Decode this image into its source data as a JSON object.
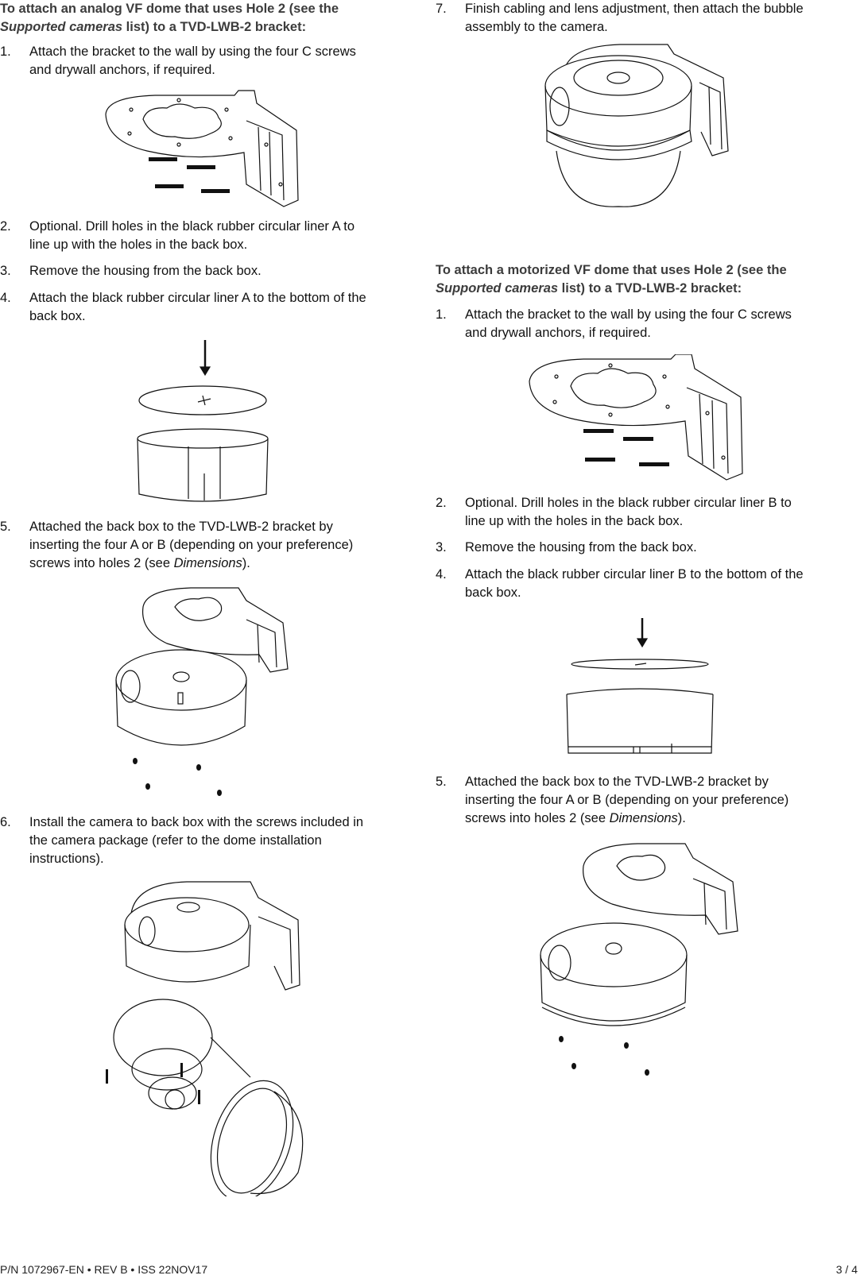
{
  "left": {
    "heading": {
      "pre": "To attach an analog VF dome that uses Hole 2 (see the",
      "italic": "Supported cameras",
      "post": "list) to a TVD-LWB-2 bracket:"
    },
    "steps": [
      {
        "num": "1.",
        "l1": "Attach the bracket to the wall by using the four C screws",
        "l2": "and drywall anchors, if required."
      },
      {
        "num": "2.",
        "l1": "Optional. Drill holes in the black rubber circular liner A to",
        "l2": "line up with the holes in the back box."
      },
      {
        "num": "3.",
        "l1": "Remove the housing from the back box."
      },
      {
        "num": "4.",
        "l1": "Attach the black rubber circular liner A to the bottom of the",
        "l2": "back box."
      },
      {
        "num": "5.",
        "l1": "Attached the back box to the TVD-LWB-2 bracket by",
        "l2": "inserting the four A or B (depending on your preference)",
        "l3pre": "screws into holes 2 (see ",
        "l3it": "Dimensions",
        "l3post": ")."
      },
      {
        "num": "6.",
        "l1": "Install the camera to back box with the screws included in",
        "l2": "the camera package (refer to the dome installation",
        "l3": "instructions)."
      }
    ]
  },
  "right": {
    "step7": {
      "num": "7.",
      "l1": "Finish cabling and lens adjustment, then attach the bubble",
      "l2": "assembly to the camera."
    },
    "heading": {
      "pre": "To attach a motorized VF dome that uses Hole 2 (see the",
      "italic": "Supported cameras",
      "post": "list) to a TVD-LWB-2 bracket:"
    },
    "steps": [
      {
        "num": "1.",
        "l1": "Attach the bracket to the wall by using the four C screws",
        "l2": "and drywall anchors, if required."
      },
      {
        "num": "2.",
        "l1": "Optional. Drill holes in the black rubber circular liner B to",
        "l2": "line up with the holes in the back box."
      },
      {
        "num": "3.",
        "l1": "Remove the housing from the back box."
      },
      {
        "num": "4.",
        "l1": "Attach the black rubber circular liner B to the bottom of the",
        "l2": "back box."
      },
      {
        "num": "5.",
        "l1": "Attached the back box to the TVD-LWB-2 bracket by",
        "l2": "inserting the four A or B (depending on your preference)",
        "l3pre": "screws into holes 2 (see ",
        "l3it": "Dimensions",
        "l3post": ")."
      }
    ]
  },
  "footer": {
    "part_number": "P/N 1072967-EN • REV B • ISS 22NOV17",
    "page": "3 / 4"
  }
}
